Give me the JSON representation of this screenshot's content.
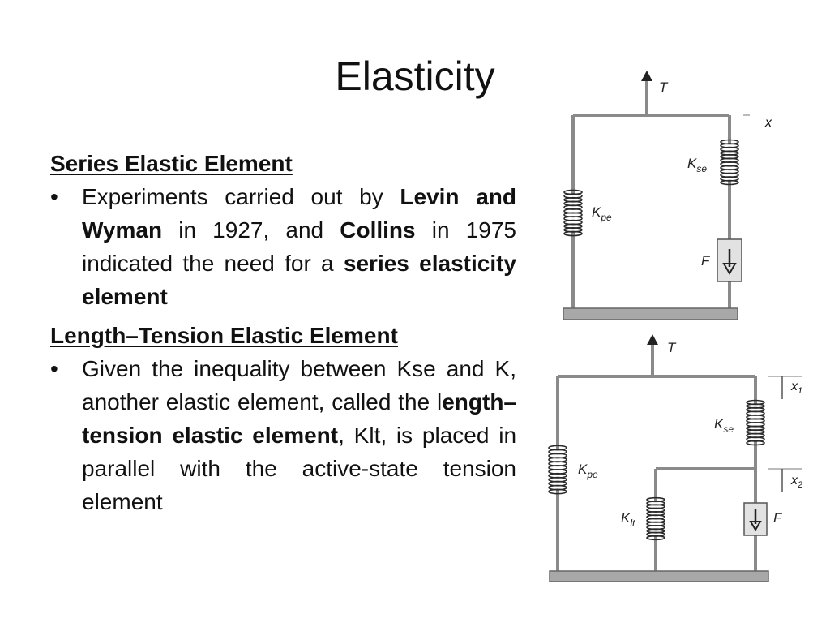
{
  "slide": {
    "title": "Elasticity"
  },
  "section1": {
    "heading": "Series Elastic Element",
    "bullet": [
      {
        "text": "Experiments carried out by ",
        "bold": false
      },
      {
        "text": "Levin and Wyman",
        "bold": true
      },
      {
        "text": " in 1927, and ",
        "bold": false
      },
      {
        "text": "Collins",
        "bold": true
      },
      {
        "text": " in 1975 indicated the need for a ",
        "bold": false
      },
      {
        "text": "series elasticity element",
        "bold": true
      }
    ]
  },
  "section2": {
    "heading": "Length–Tension Elastic Element",
    "bullet": [
      {
        "text": "Given the inequality between Kse and K, another elastic element, called the l",
        "bold": false
      },
      {
        "text": "ength–tension elastic element",
        "bold": true
      },
      {
        "text": ", Klt, is placed in parallel with the active-state tension element",
        "bold": false
      }
    ]
  },
  "diagram1": {
    "labels": {
      "tension": "T",
      "displacement": "x",
      "kpe": "K",
      "kpe_sub": "pe",
      "kse": "K",
      "kse_sub": "se",
      "force": "F"
    }
  },
  "diagram2": {
    "labels": {
      "tension": "T",
      "displacement1": "x",
      "displacement1_sub": "1",
      "displacement2": "x",
      "displacement2_sub": "2",
      "kpe": "K",
      "kpe_sub": "pe",
      "kse": "K",
      "kse_sub": "se",
      "klt": "K",
      "klt_sub": "lt",
      "force": "F"
    }
  },
  "colors": {
    "wire": "#8a8a8a",
    "base": "#a8a8a8",
    "spring": "#2a2a2a",
    "text": "#111111"
  }
}
